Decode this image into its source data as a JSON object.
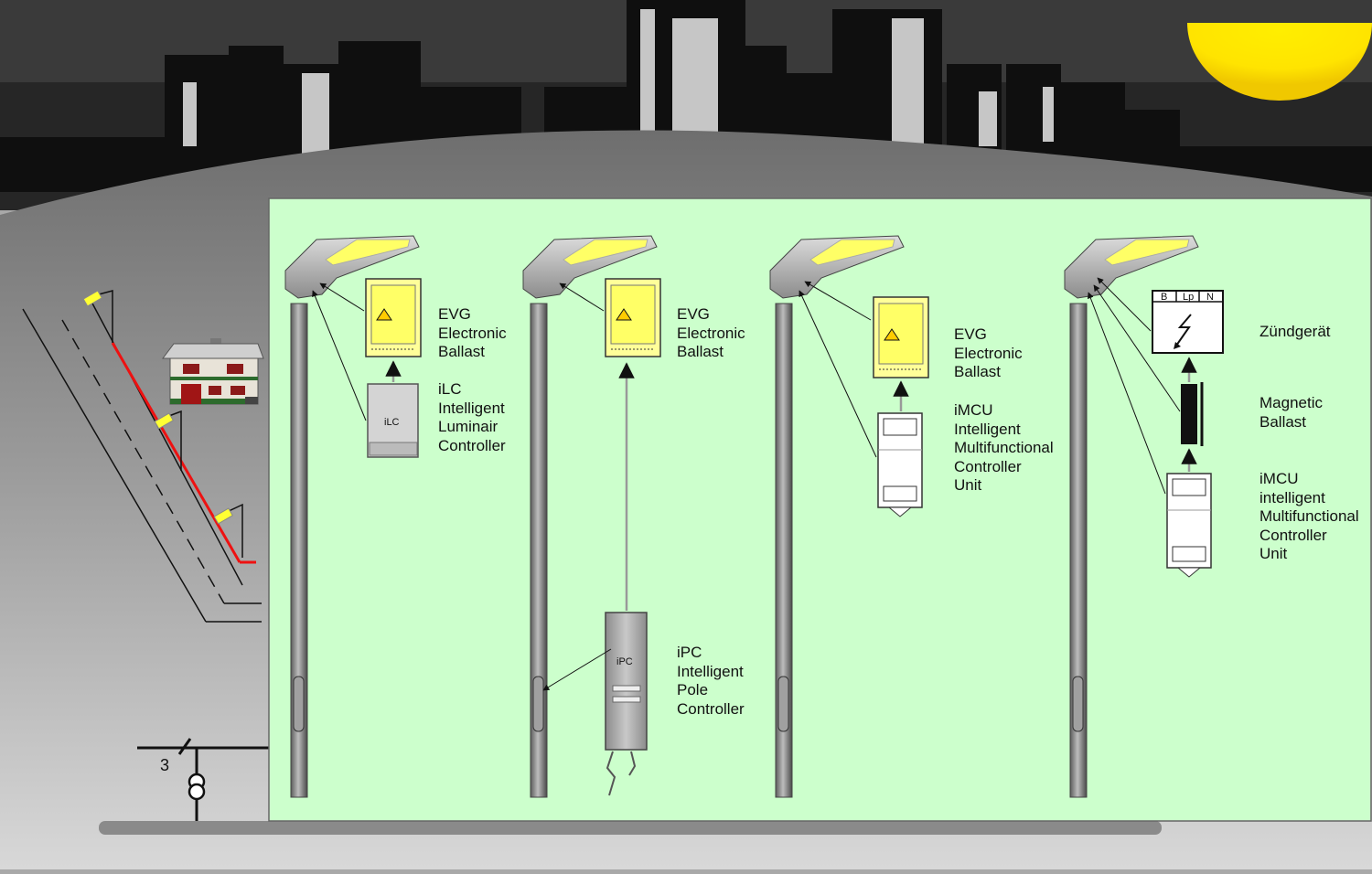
{
  "colors": {
    "panel_green": "#ccffcc",
    "sky_dark": "#1a1a1a",
    "ground_gray": "#8a8a8a",
    "sun_yellow": "#ffee00",
    "feeder_red": "#ee1111",
    "ballast_yellow": "#ffff99"
  },
  "poles": [
    {
      "components": [
        {
          "type": "ballast",
          "lines": [
            "EVG",
            "Electronic",
            "Ballast"
          ]
        },
        {
          "type": "controller",
          "badge": "iLC",
          "lines": [
            "iLC",
            "Intelligent",
            "Luminair",
            "Controller"
          ]
        }
      ]
    },
    {
      "components": [
        {
          "type": "ballast",
          "lines": [
            "EVG",
            "Electronic",
            "Ballast"
          ]
        },
        {
          "type": "pole-controller",
          "badge": "iPC",
          "lines": [
            "iPC",
            "Intelligent",
            "Pole",
            "Controller"
          ]
        }
      ]
    },
    {
      "components": [
        {
          "type": "ballast",
          "lines": [
            "EVG",
            "Electronic",
            "Ballast"
          ]
        },
        {
          "type": "mcu",
          "lines": [
            "iMCU",
            "Intelligent",
            "Multifunctional",
            "Controller",
            "Unit"
          ]
        }
      ]
    },
    {
      "components": [
        {
          "type": "igniter",
          "terminals": [
            "B",
            "Lp",
            "N"
          ],
          "lines": [
            "Zündgerät"
          ]
        },
        {
          "type": "magnetic-ballast",
          "lines": [
            "Magnetic",
            "Ballast"
          ]
        },
        {
          "type": "mcu",
          "lines": [
            "iMCU",
            "intelligent",
            "Multifunctional",
            "Controller",
            "Unit"
          ]
        }
      ]
    }
  ],
  "supply": {
    "phase_count": "3"
  },
  "icons": [
    "street-lamp-icon",
    "transformer-icon",
    "house-icon",
    "sun-icon",
    "skyline-icon"
  ]
}
